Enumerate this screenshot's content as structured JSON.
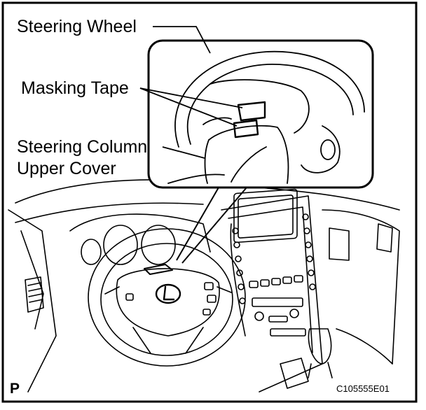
{
  "labels": {
    "steering_wheel": "Steering Wheel",
    "masking_tape": "Masking Tape",
    "column_cover_line1": "Steering Column",
    "column_cover_line2": "Upper Cover"
  },
  "footer": {
    "corner_mark": "P",
    "figure_code": "C105555E01"
  },
  "icons": {
    "emblem": "lexus-emblem-icon"
  },
  "colors": {
    "ink": "#000000",
    "paper": "#ffffff"
  }
}
